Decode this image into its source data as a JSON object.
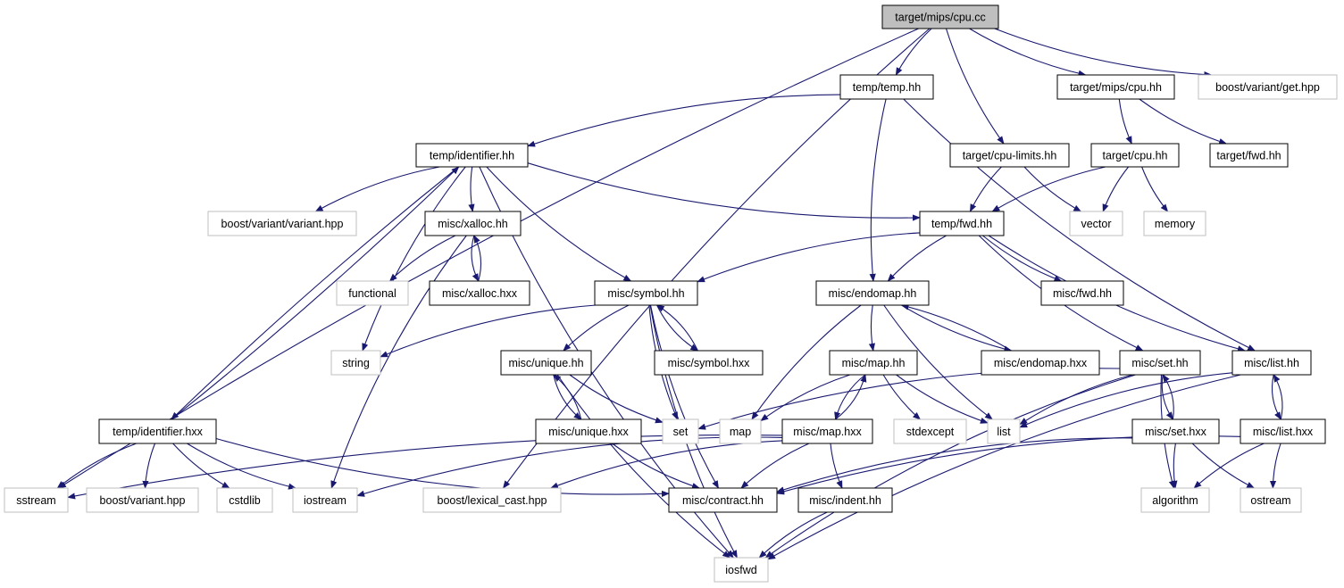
{
  "colors": {
    "edge": "#191970",
    "main_fill": "#bfbfbf",
    "local_border": "#000000",
    "external_border": "#bfbfbf"
  },
  "nodes": [
    {
      "id": "cpu_cc",
      "label": "target/mips/cpu.cc",
      "kind": "main"
    },
    {
      "id": "temp_hh",
      "label": "temp/temp.hh",
      "kind": "local"
    },
    {
      "id": "mips_cpu_hh",
      "label": "target/mips/cpu.hh",
      "kind": "local"
    },
    {
      "id": "variant_get",
      "label": "boost/variant/get.hpp",
      "kind": "external"
    },
    {
      "id": "identifier_hh",
      "label": "temp/identifier.hh",
      "kind": "local"
    },
    {
      "id": "cpu_limits",
      "label": "target/cpu-limits.hh",
      "kind": "local"
    },
    {
      "id": "target_cpu",
      "label": "target/cpu.hh",
      "kind": "local"
    },
    {
      "id": "target_fwd",
      "label": "target/fwd.hh",
      "kind": "local"
    },
    {
      "id": "variant_variant",
      "label": "boost/variant/variant.hpp",
      "kind": "external"
    },
    {
      "id": "xalloc_hh",
      "label": "misc/xalloc.hh",
      "kind": "local"
    },
    {
      "id": "temp_fwd",
      "label": "temp/fwd.hh",
      "kind": "local"
    },
    {
      "id": "vector",
      "label": "vector",
      "kind": "external"
    },
    {
      "id": "memory",
      "label": "memory",
      "kind": "external"
    },
    {
      "id": "functional",
      "label": "functional",
      "kind": "external"
    },
    {
      "id": "xalloc_hxx",
      "label": "misc/xalloc.hxx",
      "kind": "local"
    },
    {
      "id": "symbol_hh",
      "label": "misc/symbol.hh",
      "kind": "local"
    },
    {
      "id": "endomap_hh",
      "label": "misc/endomap.hh",
      "kind": "local"
    },
    {
      "id": "misc_fwd",
      "label": "misc/fwd.hh",
      "kind": "local"
    },
    {
      "id": "string",
      "label": "string",
      "kind": "external"
    },
    {
      "id": "unique_hh",
      "label": "misc/unique.hh",
      "kind": "local"
    },
    {
      "id": "symbol_hxx",
      "label": "misc/symbol.hxx",
      "kind": "local"
    },
    {
      "id": "map_hh",
      "label": "misc/map.hh",
      "kind": "local"
    },
    {
      "id": "endomap_hxx",
      "label": "misc/endomap.hxx",
      "kind": "local"
    },
    {
      "id": "set_hh",
      "label": "misc/set.hh",
      "kind": "local"
    },
    {
      "id": "list_hh",
      "label": "misc/list.hh",
      "kind": "local"
    },
    {
      "id": "identifier_hxx",
      "label": "temp/identifier.hxx",
      "kind": "local"
    },
    {
      "id": "unique_hxx",
      "label": "misc/unique.hxx",
      "kind": "local"
    },
    {
      "id": "set",
      "label": "set",
      "kind": "external"
    },
    {
      "id": "map",
      "label": "map",
      "kind": "external"
    },
    {
      "id": "map_hxx",
      "label": "misc/map.hxx",
      "kind": "local"
    },
    {
      "id": "stdexcept",
      "label": "stdexcept",
      "kind": "external"
    },
    {
      "id": "list",
      "label": "list",
      "kind": "external"
    },
    {
      "id": "set_hxx",
      "label": "misc/set.hxx",
      "kind": "local"
    },
    {
      "id": "list_hxx",
      "label": "misc/list.hxx",
      "kind": "local"
    },
    {
      "id": "sstream",
      "label": "sstream",
      "kind": "external"
    },
    {
      "id": "variant_hpp",
      "label": "boost/variant.hpp",
      "kind": "external"
    },
    {
      "id": "cstdlib",
      "label": "cstdlib",
      "kind": "external"
    },
    {
      "id": "iostream",
      "label": "iostream",
      "kind": "external"
    },
    {
      "id": "lexical_cast",
      "label": "boost/lexical_cast.hpp",
      "kind": "external"
    },
    {
      "id": "contract_hh",
      "label": "misc/contract.hh",
      "kind": "local"
    },
    {
      "id": "indent_hh",
      "label": "misc/indent.hh",
      "kind": "local"
    },
    {
      "id": "algorithm",
      "label": "algorithm",
      "kind": "external"
    },
    {
      "id": "ostream",
      "label": "ostream",
      "kind": "external"
    },
    {
      "id": "iosfwd",
      "label": "iosfwd",
      "kind": "external"
    }
  ],
  "edges": [
    [
      "cpu_cc",
      "temp_hh"
    ],
    [
      "cpu_cc",
      "mips_cpu_hh"
    ],
    [
      "cpu_cc",
      "variant_get"
    ],
    [
      "cpu_cc",
      "cpu_limits"
    ],
    [
      "cpu_cc",
      "sstream"
    ],
    [
      "cpu_cc",
      "lexical_cast"
    ],
    [
      "temp_hh",
      "identifier_hh"
    ],
    [
      "temp_hh",
      "endomap_hh"
    ],
    [
      "temp_hh",
      "list_hh"
    ],
    [
      "mips_cpu_hh",
      "target_cpu"
    ],
    [
      "mips_cpu_hh",
      "target_fwd"
    ],
    [
      "cpu_limits",
      "temp_fwd"
    ],
    [
      "cpu_limits",
      "vector"
    ],
    [
      "target_cpu",
      "temp_fwd"
    ],
    [
      "target_cpu",
      "vector"
    ],
    [
      "target_cpu",
      "memory"
    ],
    [
      "identifier_hh",
      "variant_variant"
    ],
    [
      "identifier_hh",
      "xalloc_hh"
    ],
    [
      "identifier_hh",
      "temp_fwd"
    ],
    [
      "identifier_hh",
      "symbol_hh"
    ],
    [
      "identifier_hh",
      "string"
    ],
    [
      "identifier_hh",
      "identifier_hxx"
    ],
    [
      "identifier_hh",
      "iosfwd"
    ],
    [
      "xalloc_hh",
      "functional"
    ],
    [
      "xalloc_hh",
      "xalloc_hxx"
    ],
    [
      "xalloc_hh",
      "iostream"
    ],
    [
      "xalloc_hxx",
      "xalloc_hh"
    ],
    [
      "temp_fwd",
      "symbol_hh"
    ],
    [
      "temp_fwd",
      "endomap_hh"
    ],
    [
      "temp_fwd",
      "misc_fwd"
    ],
    [
      "temp_fwd",
      "set_hh"
    ],
    [
      "temp_fwd",
      "list_hh"
    ],
    [
      "symbol_hh",
      "string"
    ],
    [
      "symbol_hh",
      "unique_hh"
    ],
    [
      "symbol_hh",
      "symbol_hxx"
    ],
    [
      "symbol_hh",
      "set"
    ],
    [
      "symbol_hh",
      "iosfwd"
    ],
    [
      "symbol_hh",
      "contract_hh"
    ],
    [
      "symbol_hxx",
      "symbol_hh"
    ],
    [
      "endomap_hh",
      "map_hh"
    ],
    [
      "endomap_hh",
      "endomap_hxx"
    ],
    [
      "endomap_hh",
      "map"
    ],
    [
      "endomap_hh",
      "list"
    ],
    [
      "endomap_hxx",
      "endomap_hh"
    ],
    [
      "unique_hh",
      "unique_hxx"
    ],
    [
      "unique_hh",
      "set"
    ],
    [
      "unique_hh",
      "iosfwd"
    ],
    [
      "unique_hxx",
      "unique_hh"
    ],
    [
      "unique_hxx",
      "contract_hh"
    ],
    [
      "map_hh",
      "map"
    ],
    [
      "map_hh",
      "map_hxx"
    ],
    [
      "map_hh",
      "stdexcept"
    ],
    [
      "map_hh",
      "list"
    ],
    [
      "map_hxx",
      "map_hh"
    ],
    [
      "map_hxx",
      "sstream"
    ],
    [
      "map_hxx",
      "iostream"
    ],
    [
      "map_hxx",
      "lexical_cast"
    ],
    [
      "map_hxx",
      "contract_hh"
    ],
    [
      "map_hxx",
      "indent_hh"
    ],
    [
      "set_hh",
      "set"
    ],
    [
      "set_hh",
      "list"
    ],
    [
      "set_hh",
      "set_hxx"
    ],
    [
      "set_hh",
      "algorithm"
    ],
    [
      "set_hh",
      "iosfwd"
    ],
    [
      "set_hxx",
      "set_hh"
    ],
    [
      "set_hxx",
      "contract_hh"
    ],
    [
      "set_hxx",
      "algorithm"
    ],
    [
      "set_hxx",
      "ostream"
    ],
    [
      "list_hh",
      "list"
    ],
    [
      "list_hh",
      "list_hxx"
    ],
    [
      "list_hh",
      "iosfwd"
    ],
    [
      "list_hxx",
      "list_hh"
    ],
    [
      "list_hxx",
      "contract_hh"
    ],
    [
      "list_hxx",
      "algorithm"
    ],
    [
      "list_hxx",
      "ostream"
    ],
    [
      "identifier_hxx",
      "identifier_hh"
    ],
    [
      "identifier_hxx",
      "sstream"
    ],
    [
      "identifier_hxx",
      "variant_hpp"
    ],
    [
      "identifier_hxx",
      "cstdlib"
    ],
    [
      "identifier_hxx",
      "iostream"
    ],
    [
      "identifier_hxx",
      "contract_hh"
    ],
    [
      "indent_hh",
      "iosfwd"
    ]
  ]
}
